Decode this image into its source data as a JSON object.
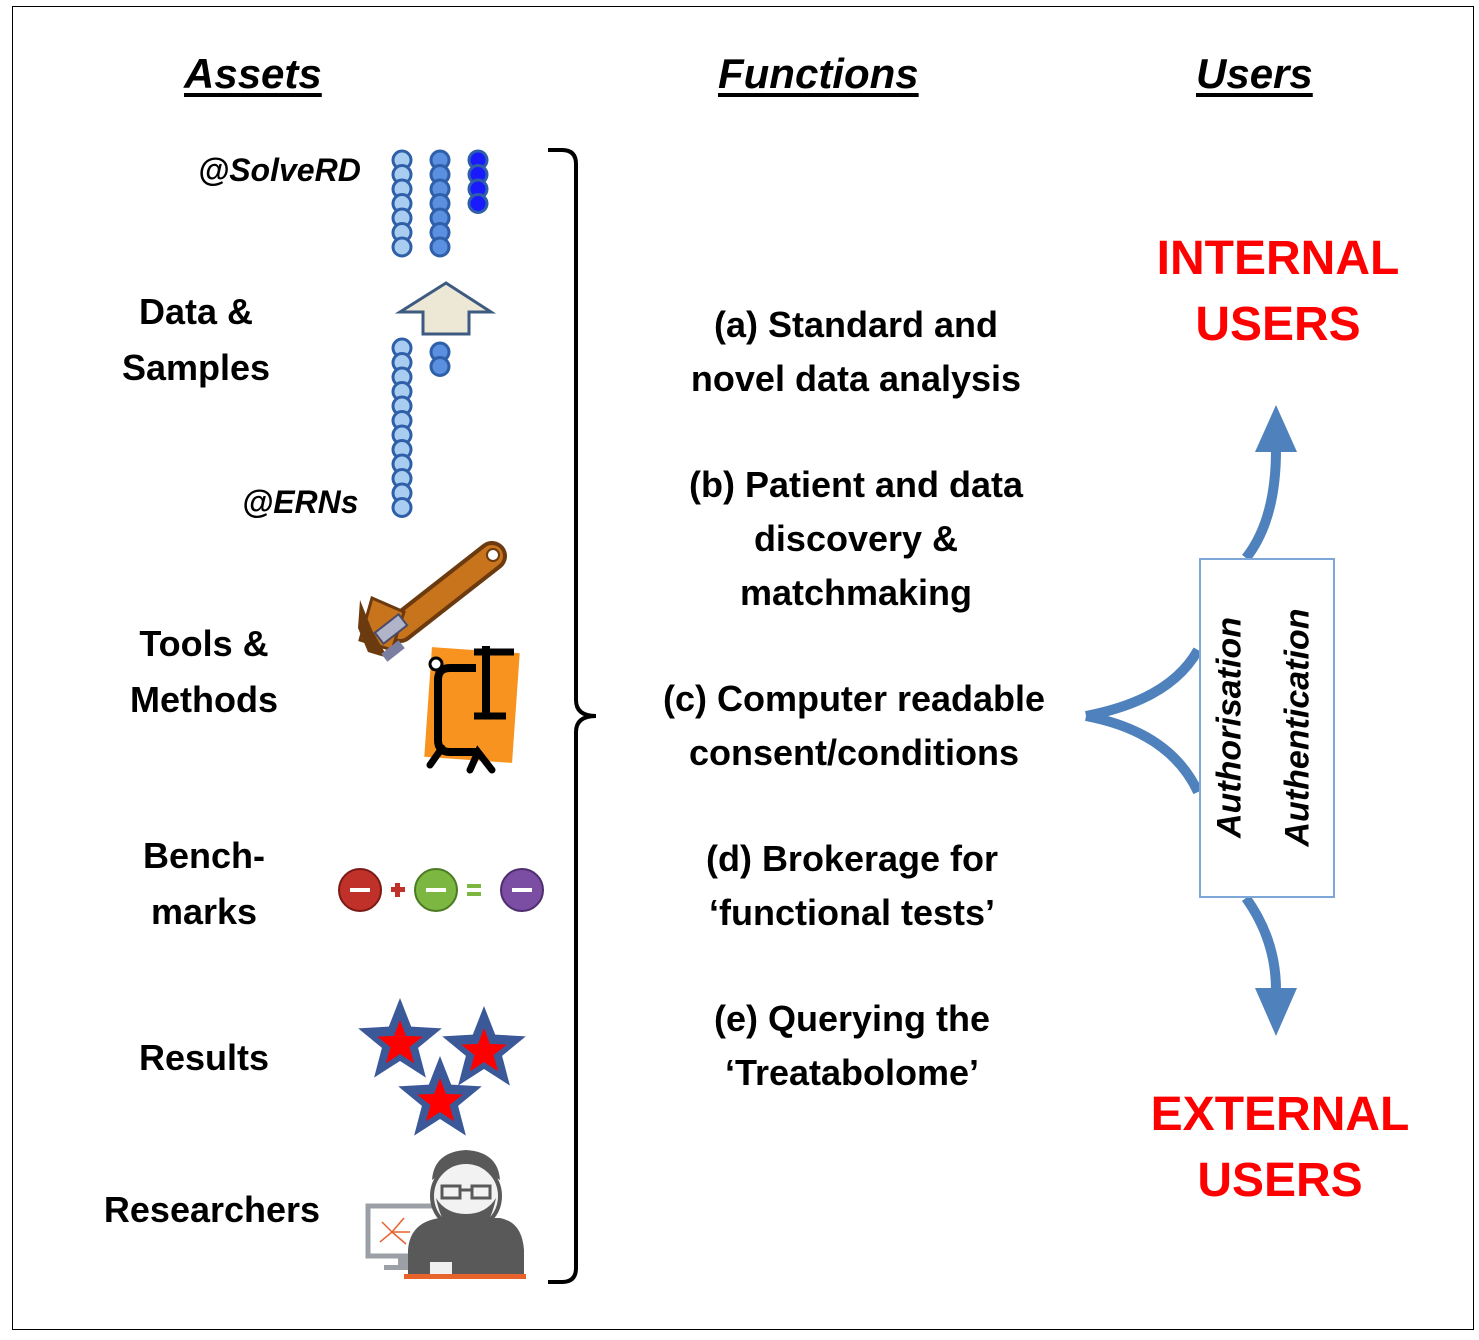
{
  "headers": {
    "assets": "Assets",
    "functions": "Functions",
    "users": "Users"
  },
  "assets": {
    "data_samples": [
      "Data &",
      "Samples"
    ],
    "solverd_tag": "@SolveRD",
    "erns_tag": "@ERNs",
    "tools_methods": [
      "Tools &",
      "Methods"
    ],
    "benchmarks": [
      "Bench-",
      "marks"
    ],
    "results": "Results",
    "researchers": "Researchers"
  },
  "functions": {
    "a": [
      "(a) Standard and",
      "novel data analysis"
    ],
    "b": [
      "(b) Patient and data",
      "discovery &",
      "matchmaking"
    ],
    "c": [
      "(c) Computer readable",
      "consent/conditions"
    ],
    "d": [
      "(d) Brokerage for",
      "‘functional tests’"
    ],
    "e": [
      "(e) Querying the",
      "‘Treatabolome’"
    ]
  },
  "users": {
    "internal": [
      "INTERNAL",
      "USERS"
    ],
    "external": [
      "EXTERNAL",
      "USERS"
    ],
    "authorisation": "Authorisation",
    "authentication": "Authentication"
  },
  "colors": {
    "users_red": "#ff0000",
    "arrow_blue": "#4f81bd",
    "bead_light": "#a9cdf0",
    "bead_mid": "#5b8fe0",
    "bead_dark": "#1a1aff",
    "bead_outline": "#2e5fa8",
    "auth_box_border": "#7da7d9"
  }
}
